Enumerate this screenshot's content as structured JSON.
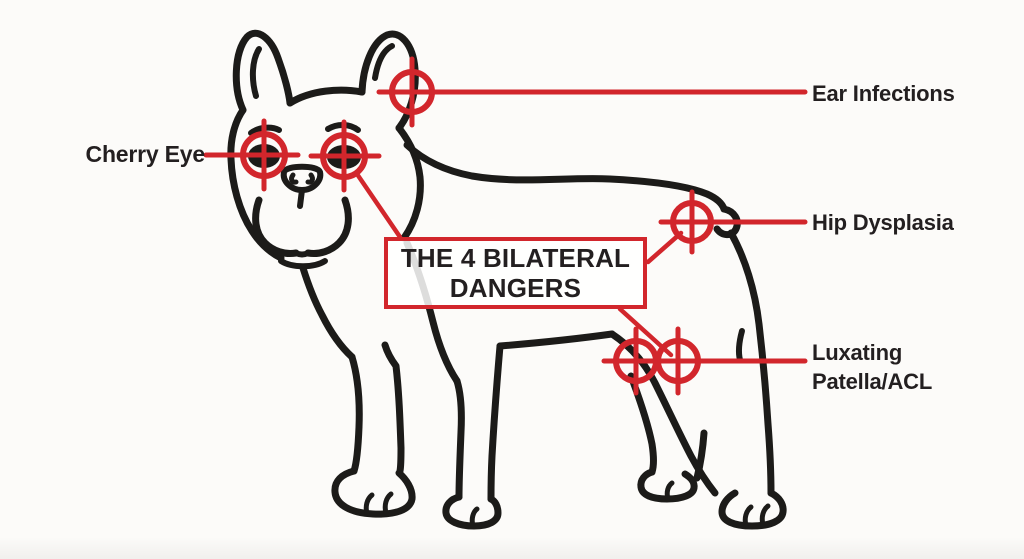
{
  "subject": "French Bulldog line illustration",
  "colors": {
    "background": "#fcfbf9",
    "accent_red": "#d2262c",
    "ink_black": "#1c1b19",
    "text_dark": "#231f20"
  },
  "center_box": {
    "line1": "THE 4 BILATERAL",
    "line2": "DANGERS"
  },
  "callouts": [
    {
      "id": "cherry-eye",
      "label": "Cherry Eye",
      "target": "eyes",
      "side": "left"
    },
    {
      "id": "ear-infections",
      "label": "Ear Infections",
      "target": "ear",
      "side": "right"
    },
    {
      "id": "hip-dysplasia",
      "label": "Hip Dysplasia",
      "target": "hip",
      "side": "right"
    },
    {
      "id": "luxating-patella-acl",
      "label_line1": "Luxating",
      "label_line2": "Patella/ACL",
      "target": "knees",
      "side": "right"
    }
  ],
  "markers": [
    {
      "id": "ear-marker",
      "body_part": "ear"
    },
    {
      "id": "left-eye-marker",
      "body_part": "left eye"
    },
    {
      "id": "right-eye-marker",
      "body_part": "right eye"
    },
    {
      "id": "hip-marker",
      "body_part": "hip"
    },
    {
      "id": "knee-marker-left",
      "body_part": "knee"
    },
    {
      "id": "knee-marker-right",
      "body_part": "knee"
    }
  ]
}
